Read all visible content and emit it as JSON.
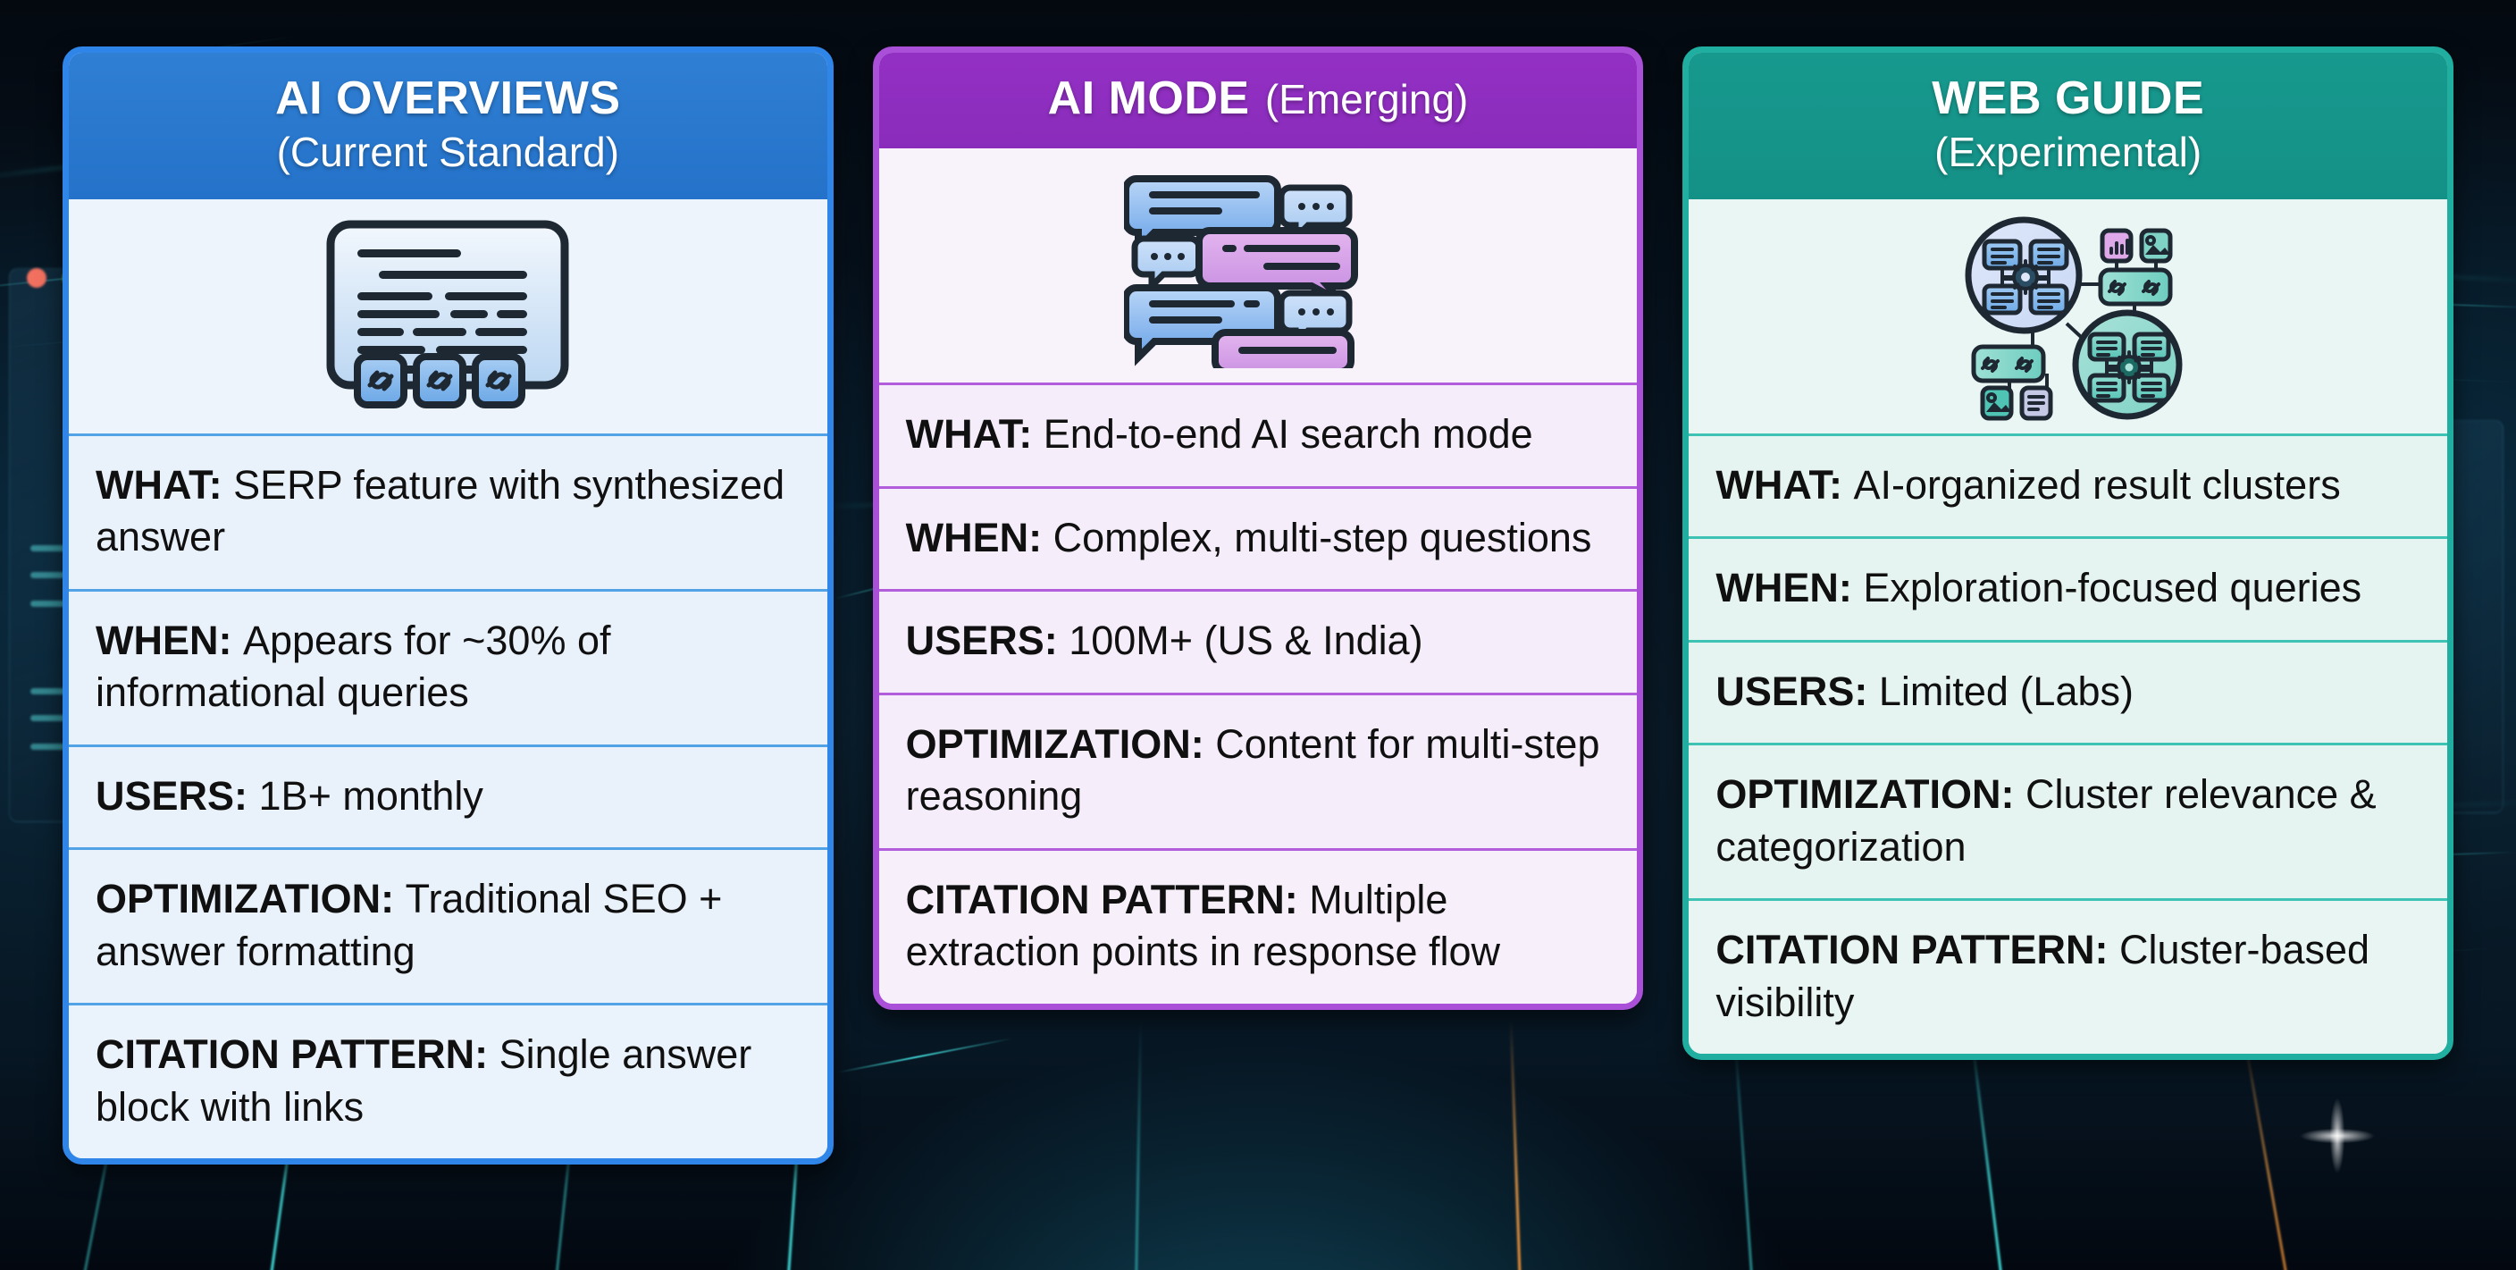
{
  "background": {
    "scene": "dark-server-room-with-cyan-light-streaks",
    "accent_cyan": "#46f0ee",
    "accent_orange": "#ffa546",
    "base": "#07131f"
  },
  "columns": [
    {
      "id": "ai-overviews",
      "title_main": "AI OVERVIEWS",
      "title_sub": "(Current Standard)",
      "title_layout": "stacked",
      "header_color": "#2472c9",
      "border_color": "#2f86e8",
      "divider_color": "#52a2e6",
      "body_color": "#e9f1fa",
      "icon": "document-with-citation-links-icon",
      "rows": [
        {
          "key": "WHAT:",
          "value": "SERP feature with synthesized answer"
        },
        {
          "key": "WHEN:",
          "value": "Appears for ~30% of informational queries"
        },
        {
          "key": "USERS:",
          "value": "1B+ monthly"
        },
        {
          "key": "OPTIMIZATION:",
          "value": "Traditional SEO + answer formatting"
        },
        {
          "key": "CITATION PATTERN:",
          "value": "Single answer block with links"
        }
      ]
    },
    {
      "id": "ai-mode",
      "title_main": "AI MODE",
      "title_sub": "(Emerging)",
      "title_layout": "inline",
      "header_color": "#8a2cbb",
      "border_color": "#a94fd8",
      "divider_color": "#b25ddc",
      "body_color": "#f5edfa",
      "icon": "chat-bubbles-conversation-icon",
      "rows": [
        {
          "key": "WHAT:",
          "value": "End-to-end AI search mode"
        },
        {
          "key": "WHEN:",
          "value": "Complex, multi-step questions"
        },
        {
          "key": "USERS:",
          "value": "100M+ (US & India)"
        },
        {
          "key": "OPTIMIZATION:",
          "value": "Content for multi-step reasoning"
        },
        {
          "key": "CITATION PATTERN:",
          "value": "Multiple extraction points in response flow"
        }
      ]
    },
    {
      "id": "web-guide",
      "title_main": "WEB GUIDE",
      "title_sub": "(Experimental)",
      "title_layout": "stacked",
      "header_color": "#149187",
      "border_color": "#1fae9f",
      "divider_color": "#3dc2b4",
      "body_color": "#e6f4f1",
      "icon": "clustered-network-graph-icon",
      "rows": [
        {
          "key": "WHAT:",
          "value": "AI-organized result clusters"
        },
        {
          "key": "WHEN:",
          "value": "Exploration-focused queries"
        },
        {
          "key": "USERS:",
          "value": "Limited (Labs)"
        },
        {
          "key": "OPTIMIZATION:",
          "value": "Cluster relevance & categorization"
        },
        {
          "key": "CITATION PATTERN:",
          "value": "Cluster-based visibility"
        }
      ]
    }
  ]
}
